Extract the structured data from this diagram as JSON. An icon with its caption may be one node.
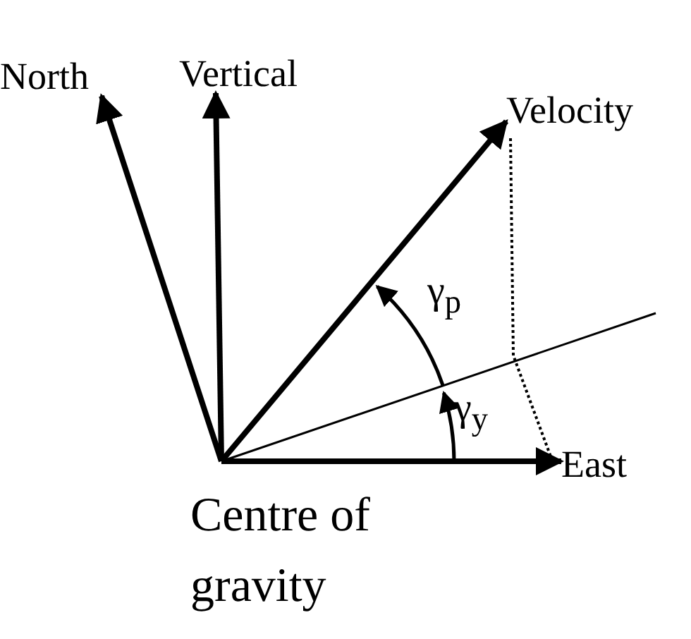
{
  "diagram": {
    "nodes": [
      {
        "text": [
          "North"
        ]
      },
      {
        "text": [
          "Vertical"
        ]
      },
      {
        "text": [
          "Velocity"
        ]
      },
      {
        "text": [
          "East"
        ]
      }
    ],
    "edges": [
      {
        "from": null,
        "to": 0,
        "arrow": "to"
      },
      {
        "from": null,
        "to": 1,
        "arrow": "to"
      },
      {
        "from": null,
        "to": 2,
        "arrow": "to"
      },
      {
        "from": null,
        "to": 3,
        "arrow": "to"
      }
    ],
    "labels": [
      "γ$_{p}$",
      "γ$_{y}$",
      "Centre of gravity"
    ]
  }
}
